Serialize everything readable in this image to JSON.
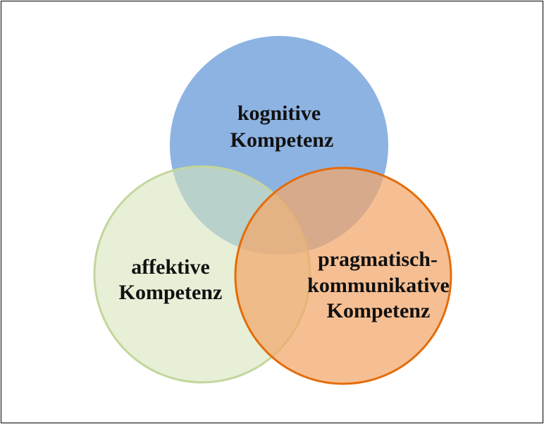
{
  "circles": [
    {
      "id": "kognitive",
      "lines": [
        "kognitive",
        "Kompetenz"
      ],
      "fill": "#8DB3E2",
      "stroke": "#8DB3E2"
    },
    {
      "id": "affektive",
      "lines": [
        "affektive",
        "Kompetenz"
      ],
      "fill": "#D7E4BD",
      "stroke": "#C3D69B"
    },
    {
      "id": "pragmatisch",
      "lines": [
        "pragmatisch-",
        "kommunikative",
        "Kompetenz"
      ],
      "fill": "#F2A66A",
      "stroke": "#E46C0A"
    }
  ]
}
